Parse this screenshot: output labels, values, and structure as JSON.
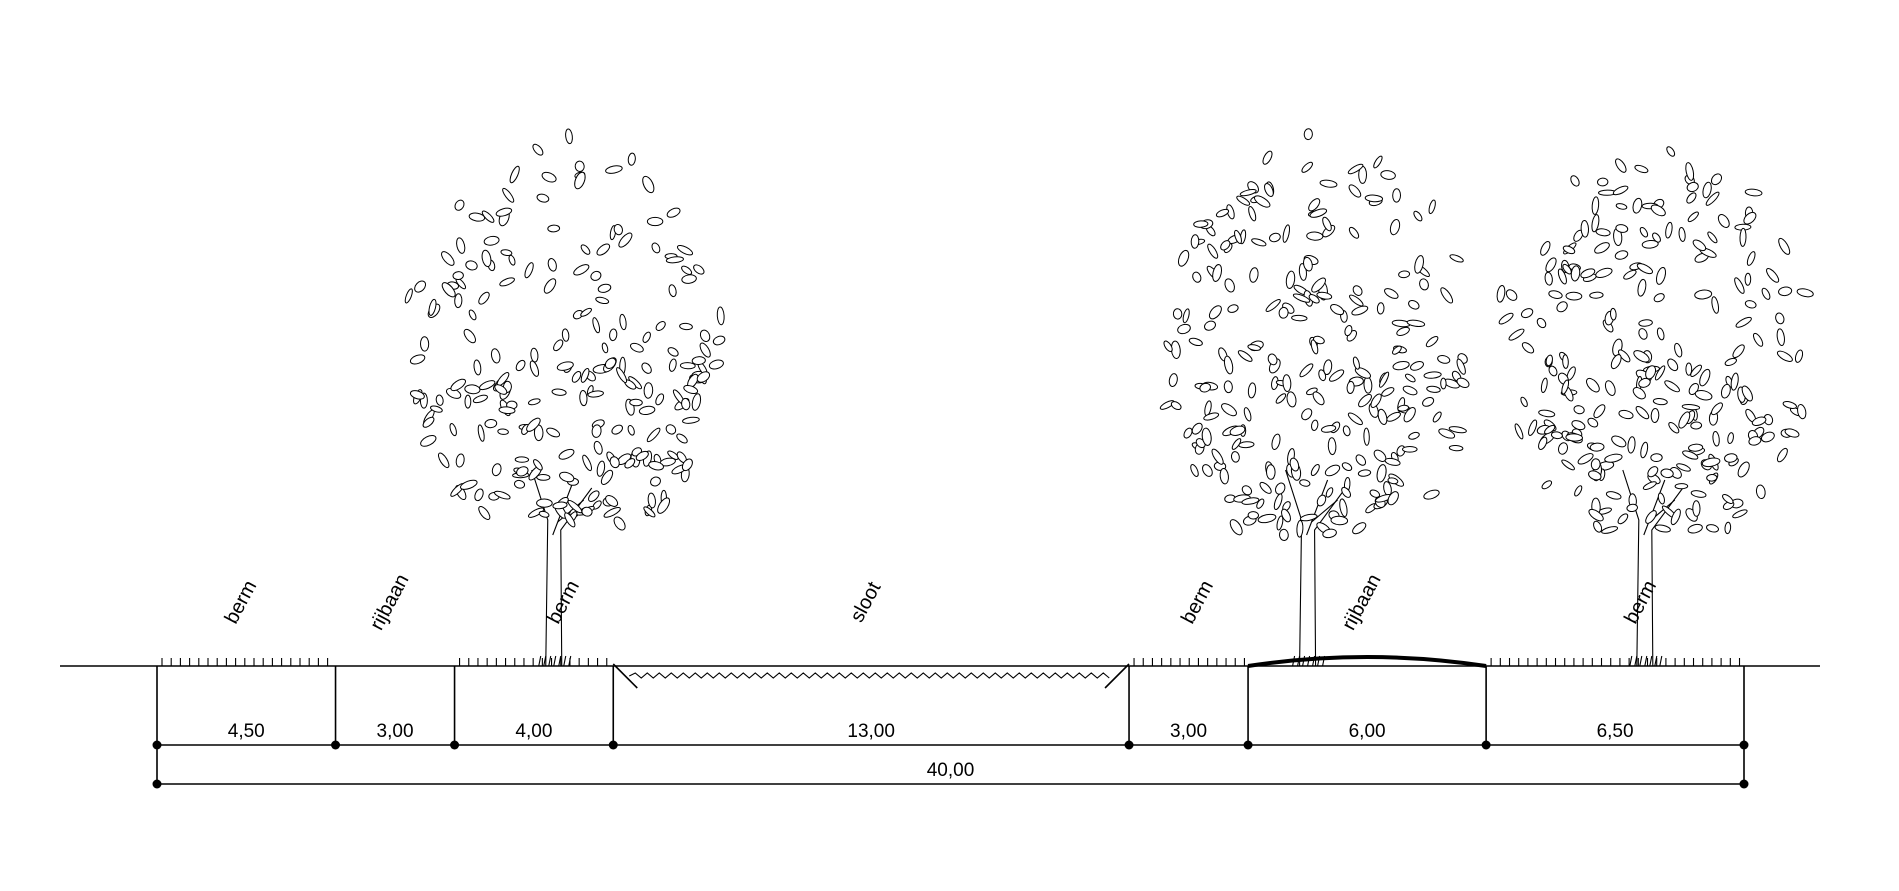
{
  "title": "",
  "zones": [
    {
      "label": "berm",
      "width": 4.5,
      "width_label": "4,50",
      "surface": "grass"
    },
    {
      "label": "rijbaan",
      "width": 3.0,
      "width_label": "3,00",
      "surface": "flat"
    },
    {
      "label": "berm",
      "width": 4.0,
      "width_label": "4,00",
      "surface": "grass"
    },
    {
      "label": "sloot",
      "width": 13.0,
      "width_label": "13,00",
      "surface": "water"
    },
    {
      "label": "berm",
      "width": 3.0,
      "width_label": "3,00",
      "surface": "grass"
    },
    {
      "label": "rijbaan",
      "width": 6.0,
      "width_label": "6,00",
      "surface": "crowned"
    },
    {
      "label": "berm",
      "width": 6.5,
      "width_label": "6,50",
      "surface": "grass"
    }
  ],
  "total": {
    "width": 40.0,
    "label": "40,00"
  },
  "trees": [
    {
      "name": "tree-1",
      "at": 10.0
    },
    {
      "name": "tree-2",
      "at": 29.0
    },
    {
      "name": "tree-3",
      "at": 37.5
    }
  ],
  "colors": {
    "line": "#000000",
    "background": "#ffffff"
  }
}
